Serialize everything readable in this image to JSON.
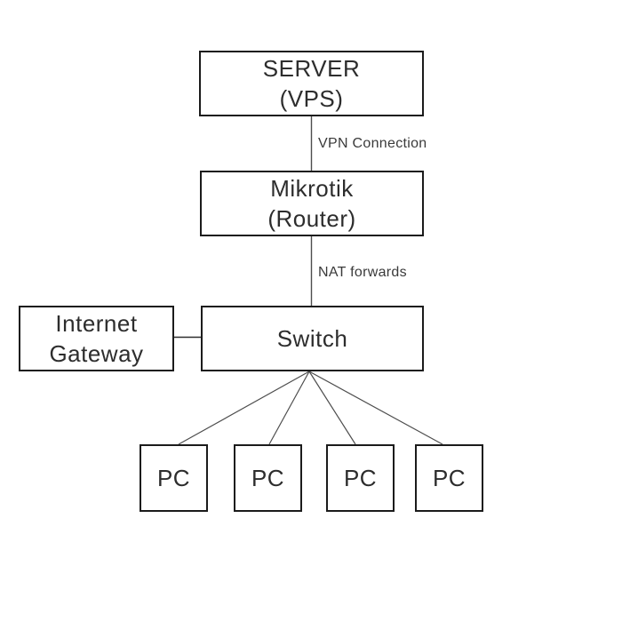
{
  "diagram": {
    "type": "network-topology",
    "background_color": "#ffffff",
    "box_border_color": "#1b1b1b",
    "text_color": "#2d2d2d",
    "connector_color": "#4d4d4d",
    "nodes": {
      "server": {
        "line1": "SERVER",
        "line2": "(VPS)"
      },
      "router": {
        "line1": "Mikrotik",
        "line2": "(Router)"
      },
      "gateway": {
        "line1": "Internet",
        "line2": "Gateway"
      },
      "switch": {
        "label": "Switch"
      },
      "pcs": [
        "PC",
        "PC",
        "PC",
        "PC"
      ]
    },
    "edges": [
      {
        "from": "SERVER (VPS)",
        "to": "Mikrotik (Router)",
        "label": "VPN Connection"
      },
      {
        "from": "Mikrotik (Router)",
        "to": "Switch",
        "label": "NAT forwards"
      },
      {
        "from": "Internet Gateway",
        "to": "Switch",
        "label": ""
      },
      {
        "from": "Switch",
        "to": "PC",
        "label": ""
      },
      {
        "from": "Switch",
        "to": "PC",
        "label": ""
      },
      {
        "from": "Switch",
        "to": "PC",
        "label": ""
      },
      {
        "from": "Switch",
        "to": "PC",
        "label": ""
      }
    ]
  }
}
